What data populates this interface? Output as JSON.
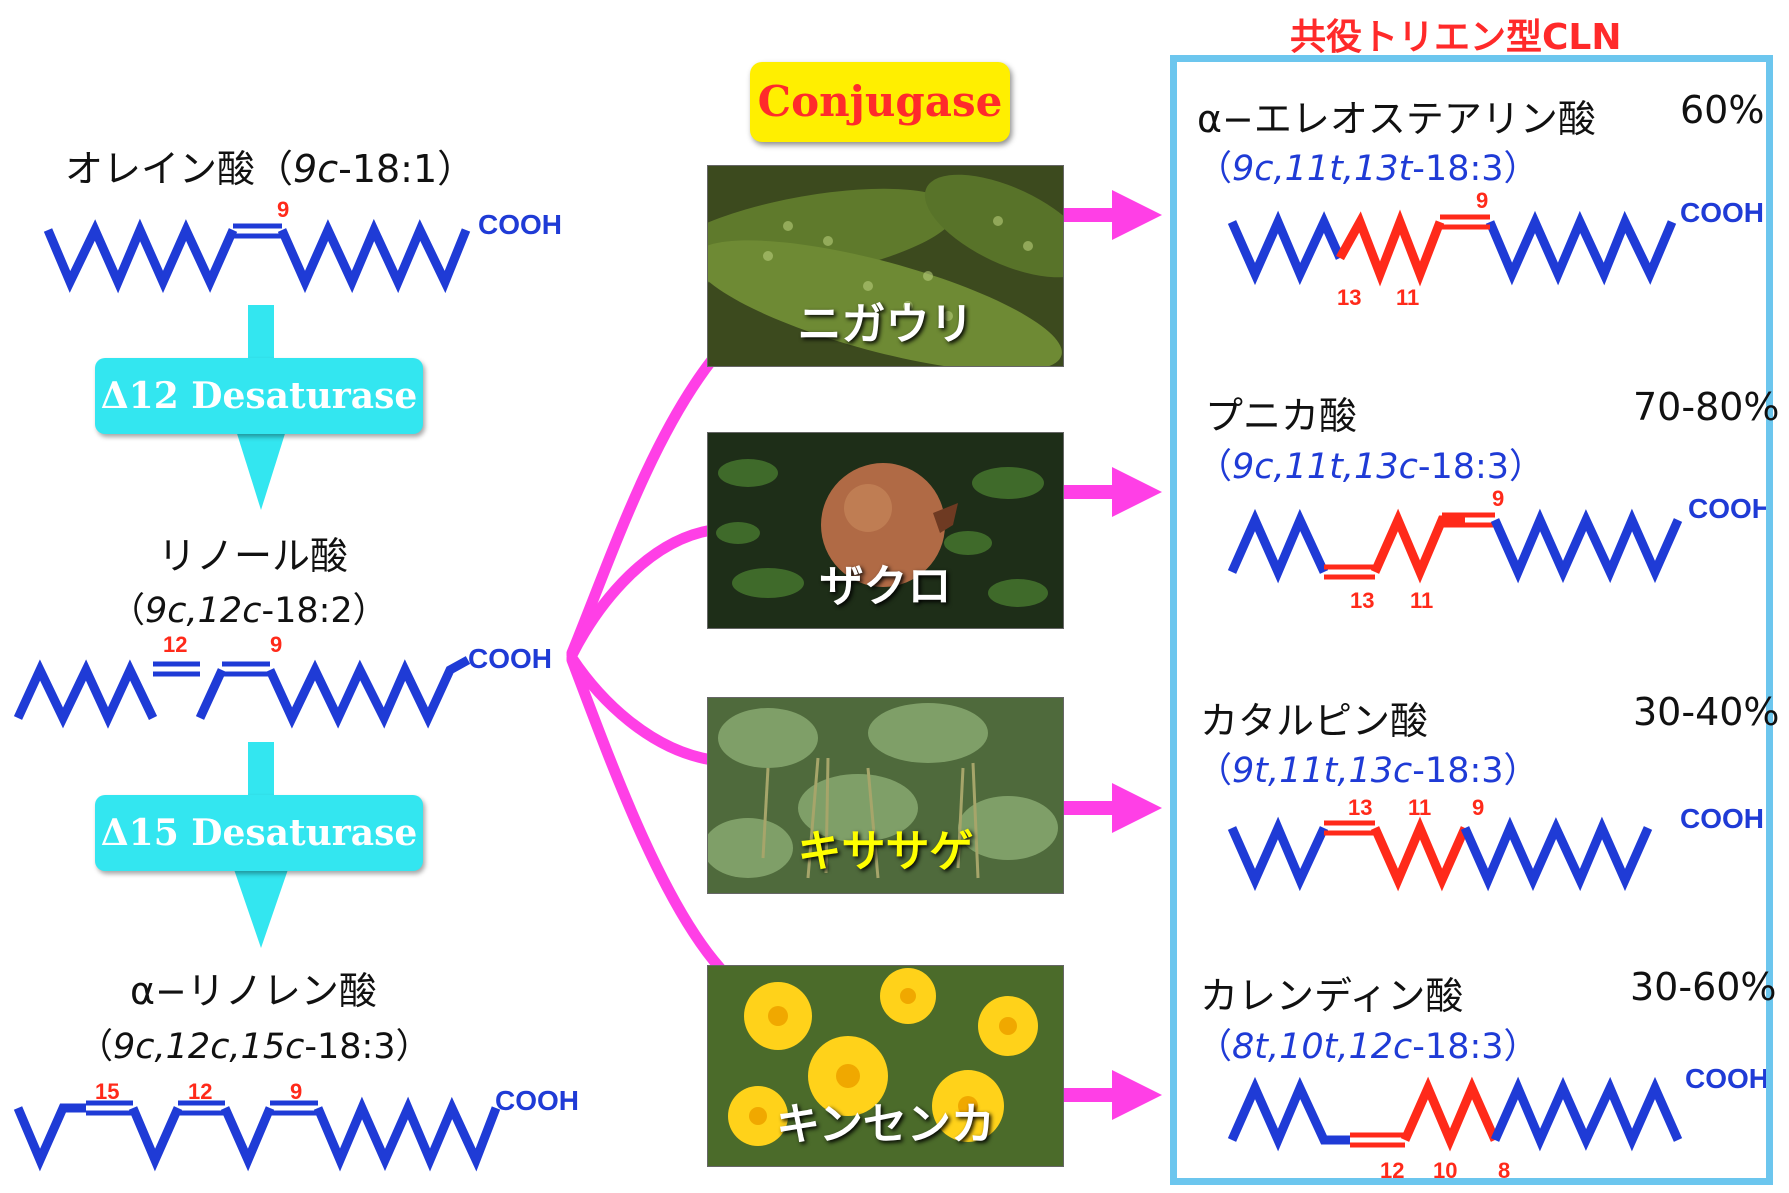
{
  "conjugase_label": "Conjugase",
  "cln_title": "共役トリエン型CLN",
  "left": {
    "oleic": {
      "name": "オレイン酸",
      "formula_pre": "（",
      "formula_it": "9c",
      "formula_post": "-18:1）"
    },
    "linoleic": {
      "name": "リノール酸",
      "formula_pre": "（",
      "formula_it": "9c,12c",
      "formula_post": "-18:2）"
    },
    "linolenic": {
      "name": "α−リノレン酸",
      "formula_pre": "（",
      "formula_it": "9c,12c,15c",
      "formula_post": "-18:3）"
    }
  },
  "enzymes": {
    "d12": "Δ12 Desaturase",
    "d15": "Δ15 Desaturase"
  },
  "plants": [
    {
      "label": "ニガウリ",
      "label_color": "#ffffff"
    },
    {
      "label": "ザクロ",
      "label_color": "#ffffff"
    },
    {
      "label": "キササゲ",
      "label_color": "#ffff00"
    },
    {
      "label": "キンセンカ",
      "label_color": "#ffffff"
    }
  ],
  "products": [
    {
      "name": "α−エレオステアリン酸",
      "percent": "60%",
      "formula_pre": "（",
      "formula_it": "9c,11t,13t",
      "formula_post": "-18:3）"
    },
    {
      "name": "プニカ酸",
      "percent": "70-80%",
      "formula_pre": "（",
      "formula_it": "9c,11t,13c",
      "formula_post": "-18:3）"
    },
    {
      "name": "カタルピン酸",
      "percent": "30-40%",
      "formula_pre": "（",
      "formula_it": "9t,11t,13c",
      "formula_post": "-18:3）"
    },
    {
      "name": "カレンディン酸",
      "percent": "30-60%",
      "formula_pre": "（",
      "formula_it": "8t,10t,12c",
      "formula_post": "-18:3）"
    }
  ],
  "molecule_labels": {
    "cooh": "COOH",
    "oleic": [
      "9"
    ],
    "linoleic": [
      "12",
      "9"
    ],
    "linolenic": [
      "15",
      "12",
      "9"
    ],
    "eleostearic": [
      "9",
      "13",
      "11"
    ],
    "punicic": [
      "9",
      "13",
      "11"
    ],
    "catalpic": [
      "13",
      "11",
      "9"
    ],
    "calendic": [
      "12",
      "10",
      "8"
    ]
  },
  "colors": {
    "chain": "#1f3bd6",
    "conjugated": "#ff2a1a",
    "arrow_pink": "#ff3fe6",
    "arrow_cyan": "#33e6f0",
    "box_border": "#6cc6ee",
    "conjugase_bg": "#ffef00"
  }
}
